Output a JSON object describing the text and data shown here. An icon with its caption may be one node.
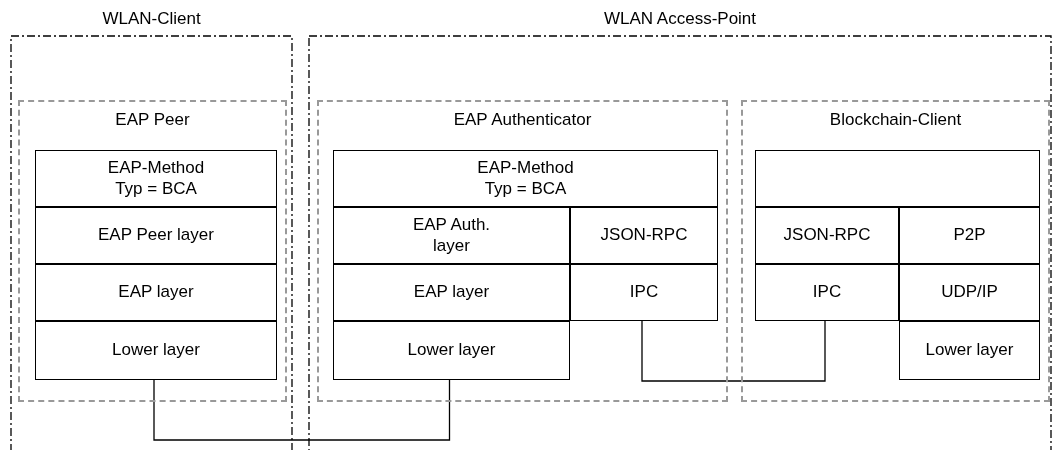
{
  "diagram": {
    "nodes": [
      {
        "text": [
          "WLAN-Client"
        ]
      },
      {
        "text": [
          "WLAN Access-Point"
        ]
      },
      {
        "text": [
          "EAP Peer"
        ],
        "in": 0
      },
      {
        "text": [
          "EAP-Method Typ = BCA"
        ],
        "in": 2
      },
      {
        "text": [
          "EAP Peer layer"
        ],
        "in": 2
      },
      {
        "text": [
          "EAP layer"
        ],
        "in": 2
      },
      {
        "text": [
          "Lower layer"
        ],
        "in": 2
      },
      {
        "text": [
          "EAP Authenticator"
        ],
        "in": 1
      },
      {
        "text": [
          "EAP-Method Typ = BCA"
        ],
        "in": 7
      },
      {
        "text": [
          "EAP Auth. layer"
        ],
        "in": 7
      },
      {
        "text": [
          "JSON-RPC"
        ],
        "in": 7
      },
      {
        "text": [
          "EAP layer"
        ],
        "in": 7
      },
      {
        "text": [
          "IPC"
        ],
        "in": 7
      },
      {
        "text": [
          "Lower layer"
        ],
        "in": 7
      },
      {
        "text": [
          "Blockchain-Client"
        ],
        "in": 1
      },
      {
        "text": [],
        "shape": "box",
        "in": 14
      },
      {
        "text": [
          "JSON-RPC"
        ],
        "in": 14
      },
      {
        "text": [
          "P2P"
        ],
        "in": 14
      },
      {
        "text": [
          "IPC"
        ],
        "in": 14
      },
      {
        "text": [
          "UDP/IP"
        ],
        "in": 14
      },
      {
        "text": [
          "Lower layer"
        ],
        "in": 14
      }
    ],
    "edges": [
      {
        "from": 6,
        "to": 13,
        "arrow": "none"
      },
      {
        "from": 12,
        "to": 18,
        "arrow": "none"
      }
    ]
  }
}
